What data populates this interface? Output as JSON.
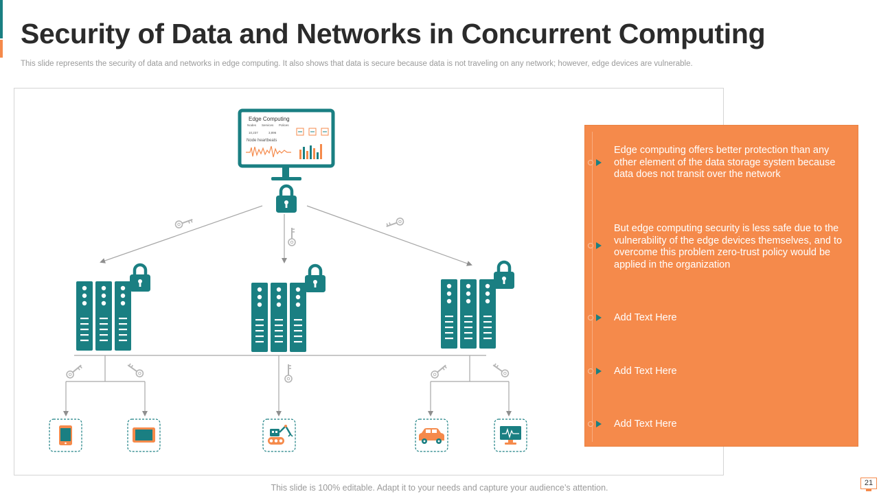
{
  "slide": {
    "title": "Security of Data and Networks in Concurrent Computing",
    "subtitle": "This slide represents the security of data and networks in edge computing. It also shows that data is secure because data is not traveling on any network; however, edge devices are vulnerable.",
    "footer": "This slide is 100% editable. Adapt it to your needs and capture your audience’s attention.",
    "page_number": "21"
  },
  "monitor": {
    "title": "Edge Computing",
    "stats_labels": [
      "Nodes",
      "Services",
      "Polices"
    ],
    "stats_values": [
      "10,237",
      "3,896"
    ],
    "heartbeat_label": "Node heartbeats"
  },
  "points": [
    {
      "text": "Edge computing offers better protection than any other element of the data storage system because data does not transit over the network"
    },
    {
      "text": "But edge computing security is less safe due to the vulnerability  of the edge devices themselves, and to overcome this problem zero-trust policy would be applied in the organization"
    },
    {
      "text": "Add Text Here"
    },
    {
      "text": "Add Text Here"
    },
    {
      "text": "Add Text Here"
    }
  ],
  "colors": {
    "teal": "#1a7f82",
    "orange": "#f58a4b",
    "connector_gray": "#a6a6a6"
  },
  "icons": {
    "devices": [
      "mobile-phone-icon",
      "tablet-icon",
      "robot-icon",
      "car-icon",
      "monitor-heartbeat-icon"
    ]
  }
}
